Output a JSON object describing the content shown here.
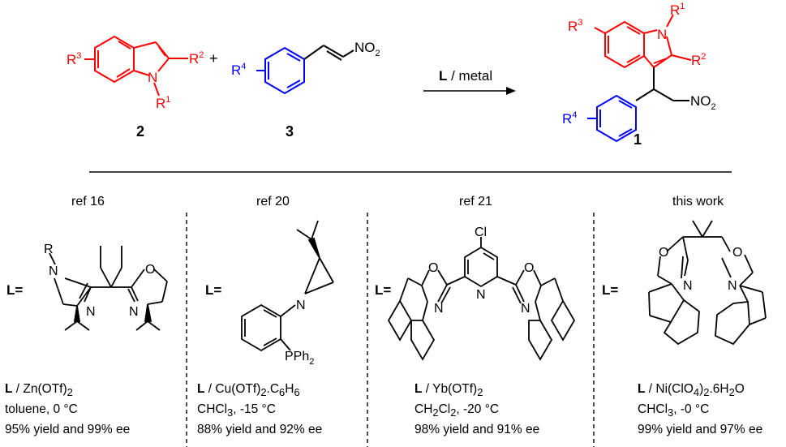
{
  "scheme": {
    "r3_red": "R",
    "r3_red_sup": "3",
    "r2_red": "R",
    "r2_red_sup": "2",
    "r1_red": "R",
    "r1_red_sup": "1",
    "n_red": "N",
    "plus": "+",
    "r4_blue": "R",
    "r4_blue_sup": "4",
    "no2": "NO",
    "no2_sub": "2",
    "arrow_L": "L",
    "arrow_rest": " / metal",
    "cmpd2": "2",
    "cmpd3": "3",
    "cmpd1": "1",
    "product_no2": "NO",
    "product_no2_sub": "2"
  },
  "colors": {
    "red": "#ff0000",
    "blue": "#0000ff",
    "black": "#000000"
  },
  "columns": [
    {
      "ref": "ref 16",
      "L_label": "L=",
      "atoms": {
        "R": "R",
        "N1": "N",
        "N2": "N",
        "N3": "N",
        "O": "O"
      },
      "line1_bold": "L",
      "line1_rest": " / Zn(OTf)",
      "line1_sub": "2",
      "line2": "toluene, 0 °C",
      "line3": "95% yield and 99% ee"
    },
    {
      "ref": "ref 20",
      "L_label": "L=",
      "atoms": {
        "N": "N",
        "P": "PPh",
        "P_sub": "2"
      },
      "line1_bold": "L",
      "line1_rest": " / Cu(OTf)",
      "line1_sub": "2",
      "line1_tail": ".C",
      "line1_sub2": "6",
      "line1_tail2": "H",
      "line1_sub3": "6",
      "line2_a": "CHCl",
      "line2_sub": "3",
      "line2_b": ", -15 °C",
      "line3": "88% yield and 92% ee"
    },
    {
      "ref": "ref 21",
      "L_label": "L=",
      "atoms": {
        "Cl": "Cl",
        "Npy": "N",
        "O1": "O",
        "O2": "O",
        "N1": "N",
        "N2": "N"
      },
      "line1_bold": "L",
      "line1_rest": " / Yb(OTf)",
      "line1_sub": "2",
      "line2_a": "CH",
      "line2_sub": "2",
      "line2_b": "Cl",
      "line2_sub2": "2",
      "line2_c": ", -20  °C",
      "line3": "98% yield and 91% ee"
    },
    {
      "ref": "this work",
      "L_label": "L=",
      "atoms": {
        "O1": "O",
        "O2": "O",
        "N1": "N",
        "N2": "N"
      },
      "line1_bold": "L",
      "line1_rest": " / Ni(ClO",
      "line1_sub": "4",
      "line1_tail": ")",
      "line1_sub2": "2",
      "line1_tail2": ".6H",
      "line1_sub3": "2",
      "line1_tail3": "O",
      "line2_a": "CHCl",
      "line2_sub": "3",
      "line2_b": ", -0 °C",
      "line3": "99% yield and 97% ee"
    }
  ]
}
